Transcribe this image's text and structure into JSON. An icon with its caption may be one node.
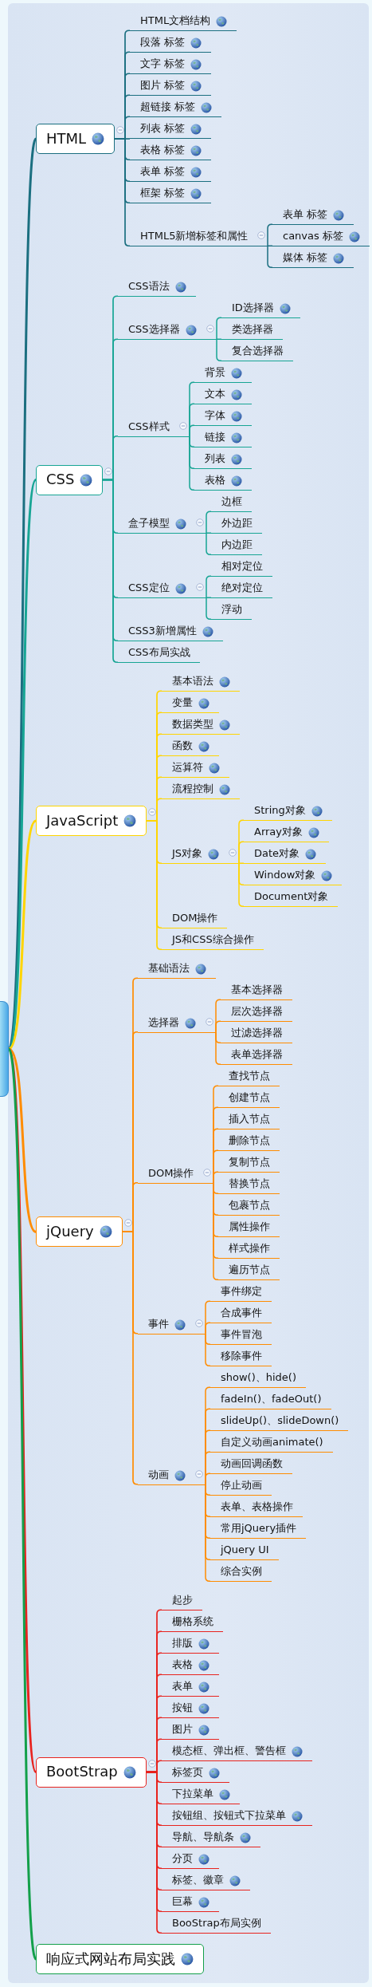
{
  "diagram": {
    "nodes": [
      {
        "text": [],
        "shape": "box"
      },
      {
        "text": [
          "HTML"
        ]
      },
      {
        "text": [
          "HTML文档结构"
        ]
      },
      {
        "text": [
          "段落 标签"
        ]
      },
      {
        "text": [
          "文字 标签"
        ]
      },
      {
        "text": [
          "图片 标签"
        ]
      },
      {
        "text": [
          "超链接 标签"
        ]
      },
      {
        "text": [
          "列表 标签"
        ]
      },
      {
        "text": [
          "表格 标签"
        ]
      },
      {
        "text": [
          "表单 标签"
        ]
      },
      {
        "text": [
          "框架 标签"
        ]
      },
      {
        "text": [
          "HTML5新增标签和属性"
        ]
      },
      {
        "text": [
          "表单 标签"
        ]
      },
      {
        "text": [
          "canvas 标签"
        ]
      },
      {
        "text": [
          "媒体 标签"
        ]
      },
      {
        "text": [
          "CSS"
        ]
      },
      {
        "text": [
          "CSS语法"
        ]
      },
      {
        "text": [
          "CSS选择器"
        ]
      },
      {
        "text": [
          "ID选择器"
        ]
      },
      {
        "text": [
          "类选择器"
        ]
      },
      {
        "text": [
          "复合选择器"
        ]
      },
      {
        "text": [
          "CSS样式"
        ]
      },
      {
        "text": [
          "背景"
        ]
      },
      {
        "text": [
          "文本"
        ]
      },
      {
        "text": [
          "字体"
        ]
      },
      {
        "text": [
          "链接"
        ]
      },
      {
        "text": [
          "列表"
        ]
      },
      {
        "text": [
          "表格"
        ]
      },
      {
        "text": [
          "盒子模型"
        ]
      },
      {
        "text": [
          "边框"
        ]
      },
      {
        "text": [
          "外边距"
        ]
      },
      {
        "text": [
          "内边距"
        ]
      },
      {
        "text": [
          "CSS定位"
        ]
      },
      {
        "text": [
          "相对定位"
        ]
      },
      {
        "text": [
          "绝对定位"
        ]
      },
      {
        "text": [
          "浮动"
        ]
      },
      {
        "text": [
          "CSS3新增属性"
        ]
      },
      {
        "text": [
          "CSS布局实战"
        ]
      },
      {
        "text": [
          "JavaScript"
        ]
      },
      {
        "text": [
          "基本语法"
        ]
      },
      {
        "text": [
          "变量"
        ]
      },
      {
        "text": [
          "数据类型"
        ]
      },
      {
        "text": [
          "函数"
        ]
      },
      {
        "text": [
          "运算符"
        ]
      },
      {
        "text": [
          "流程控制"
        ]
      },
      {
        "text": [
          "JS对象"
        ]
      },
      {
        "text": [
          "String对象"
        ]
      },
      {
        "text": [
          "Array对象"
        ]
      },
      {
        "text": [
          "Date对象"
        ]
      },
      {
        "text": [
          "Window对象"
        ]
      },
      {
        "text": [
          "Document对象"
        ]
      },
      {
        "text": [
          "DOM操作"
        ]
      },
      {
        "text": [
          "JS和CSS综合操作"
        ]
      },
      {
        "text": [
          "jQuery"
        ]
      },
      {
        "text": [
          "基础语法"
        ]
      },
      {
        "text": [
          "选择器"
        ]
      },
      {
        "text": [
          "基本选择器"
        ]
      },
      {
        "text": [
          "层次选择器"
        ]
      },
      {
        "text": [
          "过滤选择器"
        ]
      },
      {
        "text": [
          "表单选择器"
        ]
      },
      {
        "text": [
          "DOM操作"
        ]
      },
      {
        "text": [
          "查找节点"
        ]
      },
      {
        "text": [
          "创建节点"
        ]
      },
      {
        "text": [
          "插入节点"
        ]
      },
      {
        "text": [
          "删除节点"
        ]
      },
      {
        "text": [
          "复制节点"
        ]
      },
      {
        "text": [
          "替换节点"
        ]
      },
      {
        "text": [
          "包裹节点"
        ]
      },
      {
        "text": [
          "属性操作"
        ]
      },
      {
        "text": [
          "样式操作"
        ]
      },
      {
        "text": [
          "遍历节点"
        ]
      },
      {
        "text": [
          "事件"
        ]
      },
      {
        "text": [
          "事件绑定"
        ]
      },
      {
        "text": [
          "合成事件"
        ]
      },
      {
        "text": [
          "事件冒泡"
        ]
      },
      {
        "text": [
          "移除事件"
        ]
      },
      {
        "text": [
          "动画"
        ]
      },
      {
        "text": [
          "show()、hide()"
        ]
      },
      {
        "text": [
          "fadeIn()、fadeOut()"
        ]
      },
      {
        "text": [
          "slideUp()、slideDown()"
        ]
      },
      {
        "text": [
          "自定义动画animate()"
        ]
      },
      {
        "text": [
          "动画回调函数"
        ]
      },
      {
        "text": [
          "停止动画"
        ]
      },
      {
        "text": [
          "表单、表格操作"
        ]
      },
      {
        "text": [
          "常用jQuery插件"
        ]
      },
      {
        "text": [
          "jQuery UI"
        ]
      },
      {
        "text": [
          "综合实例"
        ]
      },
      {
        "text": [
          "BootStrap"
        ]
      },
      {
        "text": [
          "起步"
        ]
      },
      {
        "text": [
          "栅格系统"
        ]
      },
      {
        "text": [
          "排版"
        ]
      },
      {
        "text": [
          "表格"
        ]
      },
      {
        "text": [
          "表单"
        ]
      },
      {
        "text": [
          "按钮"
        ]
      },
      {
        "text": [
          "图片"
        ]
      },
      {
        "text": [
          "模态框、弹出框、警告框"
        ]
      },
      {
        "text": [
          "标签页"
        ]
      },
      {
        "text": [
          "下拉菜单"
        ]
      },
      {
        "text": [
          "按钮组、按钮式下拉菜单"
        ]
      },
      {
        "text": [
          "导航、导航条"
        ]
      },
      {
        "text": [
          "分页"
        ]
      },
      {
        "text": [
          "标签、徽章"
        ]
      },
      {
        "text": [
          "巨幕"
        ]
      },
      {
        "text": [
          "BooStrap布局实例"
        ]
      },
      {
        "text": [
          "响应式网站布局实践"
        ]
      }
    ],
    "edges": [
      {
        "from": 0,
        "to": 1,
        "arrow": "none",
        "color": "#1b6f80"
      },
      {
        "from": 1,
        "to": 2,
        "arrow": "none",
        "color": "#1b6f80"
      },
      {
        "from": 1,
        "to": 3,
        "arrow": "none",
        "color": "#1b6f80"
      },
      {
        "from": 1,
        "to": 4,
        "arrow": "none",
        "color": "#1b6f80"
      },
      {
        "from": 1,
        "to": 5,
        "arrow": "none",
        "color": "#1b6f80"
      },
      {
        "from": 1,
        "to": 6,
        "arrow": "none",
        "color": "#1b6f80"
      },
      {
        "from": 1,
        "to": 7,
        "arrow": "none",
        "color": "#1b6f80"
      },
      {
        "from": 1,
        "to": 8,
        "arrow": "none",
        "color": "#1b6f80"
      },
      {
        "from": 1,
        "to": 9,
        "arrow": "none",
        "color": "#1b6f80"
      },
      {
        "from": 1,
        "to": 10,
        "arrow": "none",
        "color": "#1b6f80"
      },
      {
        "from": 1,
        "to": 11,
        "arrow": "none",
        "color": "#1b6f80"
      },
      {
        "from": 11,
        "to": 12,
        "arrow": "none",
        "color": "#1b6f80"
      },
      {
        "from": 11,
        "to": 13,
        "arrow": "none",
        "color": "#1b6f80"
      },
      {
        "from": 11,
        "to": 14,
        "arrow": "none",
        "color": "#1b6f80"
      },
      {
        "from": 0,
        "to": 15,
        "arrow": "none",
        "color": "#17a594"
      },
      {
        "from": 15,
        "to": 16,
        "arrow": "none",
        "color": "#17a594"
      },
      {
        "from": 15,
        "to": 17,
        "arrow": "none",
        "color": "#17a594"
      },
      {
        "from": 17,
        "to": 18,
        "arrow": "none",
        "color": "#17a594"
      },
      {
        "from": 17,
        "to": 19,
        "arrow": "none",
        "color": "#17a594"
      },
      {
        "from": 17,
        "to": 20,
        "arrow": "none",
        "color": "#17a594"
      },
      {
        "from": 15,
        "to": 21,
        "arrow": "none",
        "color": "#17a594"
      },
      {
        "from": 21,
        "to": 22,
        "arrow": "none",
        "color": "#17a594"
      },
      {
        "from": 21,
        "to": 23,
        "arrow": "none",
        "color": "#17a594"
      },
      {
        "from": 21,
        "to": 24,
        "arrow": "none",
        "color": "#17a594"
      },
      {
        "from": 21,
        "to": 25,
        "arrow": "none",
        "color": "#17a594"
      },
      {
        "from": 21,
        "to": 26,
        "arrow": "none",
        "color": "#17a594"
      },
      {
        "from": 21,
        "to": 27,
        "arrow": "none",
        "color": "#17a594"
      },
      {
        "from": 15,
        "to": 28,
        "arrow": "none",
        "color": "#17a594"
      },
      {
        "from": 28,
        "to": 29,
        "arrow": "none",
        "color": "#17a594"
      },
      {
        "from": 28,
        "to": 30,
        "arrow": "none",
        "color": "#17a594"
      },
      {
        "from": 28,
        "to": 31,
        "arrow": "none",
        "color": "#17a594"
      },
      {
        "from": 15,
        "to": 32,
        "arrow": "none",
        "color": "#17a594"
      },
      {
        "from": 32,
        "to": 33,
        "arrow": "none",
        "color": "#17a594"
      },
      {
        "from": 32,
        "to": 34,
        "arrow": "none",
        "color": "#17a594"
      },
      {
        "from": 32,
        "to": 35,
        "arrow": "none",
        "color": "#17a594"
      },
      {
        "from": 15,
        "to": 36,
        "arrow": "none",
        "color": "#17a594"
      },
      {
        "from": 15,
        "to": 37,
        "arrow": "none",
        "color": "#17a594"
      },
      {
        "from": 0,
        "to": 38,
        "arrow": "none",
        "color": "#ffd500"
      },
      {
        "from": 38,
        "to": 39,
        "arrow": "none",
        "color": "#ffd500"
      },
      {
        "from": 38,
        "to": 40,
        "arrow": "none",
        "color": "#ffd500"
      },
      {
        "from": 38,
        "to": 41,
        "arrow": "none",
        "color": "#ffd500"
      },
      {
        "from": 38,
        "to": 42,
        "arrow": "none",
        "color": "#ffd500"
      },
      {
        "from": 38,
        "to": 43,
        "arrow": "none",
        "color": "#ffd500"
      },
      {
        "from": 38,
        "to": 44,
        "arrow": "none",
        "color": "#ffd500"
      },
      {
        "from": 38,
        "to": 45,
        "arrow": "none",
        "color": "#ffd500"
      },
      {
        "from": 45,
        "to": 46,
        "arrow": "none",
        "color": "#ffd500"
      },
      {
        "from": 45,
        "to": 47,
        "arrow": "none",
        "color": "#ffd500"
      },
      {
        "from": 45,
        "to": 48,
        "arrow": "none",
        "color": "#ffd500"
      },
      {
        "from": 45,
        "to": 49,
        "arrow": "none",
        "color": "#ffd500"
      },
      {
        "from": 45,
        "to": 50,
        "arrow": "none",
        "color": "#ffd500"
      },
      {
        "from": 38,
        "to": 51,
        "arrow": "none",
        "color": "#ffd500"
      },
      {
        "from": 38,
        "to": 52,
        "arrow": "none",
        "color": "#ffd500"
      },
      {
        "from": 0,
        "to": 53,
        "arrow": "none",
        "color": "#ff8c00"
      },
      {
        "from": 53,
        "to": 54,
        "arrow": "none",
        "color": "#ff8c00"
      },
      {
        "from": 53,
        "to": 55,
        "arrow": "none",
        "color": "#ff8c00"
      },
      {
        "from": 55,
        "to": 56,
        "arrow": "none",
        "color": "#ff8c00"
      },
      {
        "from": 55,
        "to": 57,
        "arrow": "none",
        "color": "#ff8c00"
      },
      {
        "from": 55,
        "to": 58,
        "arrow": "none",
        "color": "#ff8c00"
      },
      {
        "from": 55,
        "to": 59,
        "arrow": "none",
        "color": "#ff8c00"
      },
      {
        "from": 53,
        "to": 60,
        "arrow": "none",
        "color": "#ff8c00"
      },
      {
        "from": 60,
        "to": 61,
        "arrow": "none",
        "color": "#ff8c00"
      },
      {
        "from": 60,
        "to": 62,
        "arrow": "none",
        "color": "#ff8c00"
      },
      {
        "from": 60,
        "to": 63,
        "arrow": "none",
        "color": "#ff8c00"
      },
      {
        "from": 60,
        "to": 64,
        "arrow": "none",
        "color": "#ff8c00"
      },
      {
        "from": 60,
        "to": 65,
        "arrow": "none",
        "color": "#ff8c00"
      },
      {
        "from": 60,
        "to": 66,
        "arrow": "none",
        "color": "#ff8c00"
      },
      {
        "from": 60,
        "to": 67,
        "arrow": "none",
        "color": "#ff8c00"
      },
      {
        "from": 60,
        "to": 68,
        "arrow": "none",
        "color": "#ff8c00"
      },
      {
        "from": 60,
        "to": 69,
        "arrow": "none",
        "color": "#ff8c00"
      },
      {
        "from": 60,
        "to": 70,
        "arrow": "none",
        "color": "#ff8c00"
      },
      {
        "from": 53,
        "to": 71,
        "arrow": "none",
        "color": "#ff8c00"
      },
      {
        "from": 71,
        "to": 72,
        "arrow": "none",
        "color": "#ff8c00"
      },
      {
        "from": 71,
        "to": 73,
        "arrow": "none",
        "color": "#ff8c00"
      },
      {
        "from": 71,
        "to": 74,
        "arrow": "none",
        "color": "#ff8c00"
      },
      {
        "from": 71,
        "to": 75,
        "arrow": "none",
        "color": "#ff8c00"
      },
      {
        "from": 53,
        "to": 76,
        "arrow": "none",
        "color": "#ff8c00"
      },
      {
        "from": 76,
        "to": 77,
        "arrow": "none",
        "color": "#ff8c00"
      },
      {
        "from": 76,
        "to": 78,
        "arrow": "none",
        "color": "#ff8c00"
      },
      {
        "from": 76,
        "to": 79,
        "arrow": "none",
        "color": "#ff8c00"
      },
      {
        "from": 76,
        "to": 80,
        "arrow": "none",
        "color": "#ff8c00"
      },
      {
        "from": 76,
        "to": 81,
        "arrow": "none",
        "color": "#ff8c00"
      },
      {
        "from": 76,
        "to": 82,
        "arrow": "none",
        "color": "#ff8c00"
      },
      {
        "from": 76,
        "to": 83,
        "arrow": "none",
        "color": "#ff8c00"
      },
      {
        "from": 76,
        "to": 84,
        "arrow": "none",
        "color": "#ff8c00"
      },
      {
        "from": 76,
        "to": 85,
        "arrow": "none",
        "color": "#ff8c00"
      },
      {
        "from": 76,
        "to": 86,
        "arrow": "none",
        "color": "#ff8c00"
      },
      {
        "from": 0,
        "to": 87,
        "arrow": "none",
        "color": "#e8231e"
      },
      {
        "from": 87,
        "to": 88,
        "arrow": "none",
        "color": "#e8231e"
      },
      {
        "from": 87,
        "to": 89,
        "arrow": "none",
        "color": "#e8231e"
      },
      {
        "from": 87,
        "to": 90,
        "arrow": "none",
        "color": "#e8231e"
      },
      {
        "from": 87,
        "to": 91,
        "arrow": "none",
        "color": "#e8231e"
      },
      {
        "from": 87,
        "to": 92,
        "arrow": "none",
        "color": "#e8231e"
      },
      {
        "from": 87,
        "to": 93,
        "arrow": "none",
        "color": "#e8231e"
      },
      {
        "from": 87,
        "to": 94,
        "arrow": "none",
        "color": "#e8231e"
      },
      {
        "from": 87,
        "to": 95,
        "arrow": "none",
        "color": "#e8231e"
      },
      {
        "from": 87,
        "to": 96,
        "arrow": "none",
        "color": "#e8231e"
      },
      {
        "from": 87,
        "to": 97,
        "arrow": "none",
        "color": "#e8231e"
      },
      {
        "from": 87,
        "to": 98,
        "arrow": "none",
        "color": "#e8231e"
      },
      {
        "from": 87,
        "to": 99,
        "arrow": "none",
        "color": "#e8231e"
      },
      {
        "from": 87,
        "to": 100,
        "arrow": "none",
        "color": "#e8231e"
      },
      {
        "from": 87,
        "to": 101,
        "arrow": "none",
        "color": "#e8231e"
      },
      {
        "from": 87,
        "to": 102,
        "arrow": "none",
        "color": "#e8231e"
      },
      {
        "from": 87,
        "to": 103,
        "arrow": "none",
        "color": "#e8231e"
      },
      {
        "from": 0,
        "to": 104,
        "arrow": "none",
        "color": "#13a04a"
      }
    ]
  }
}
